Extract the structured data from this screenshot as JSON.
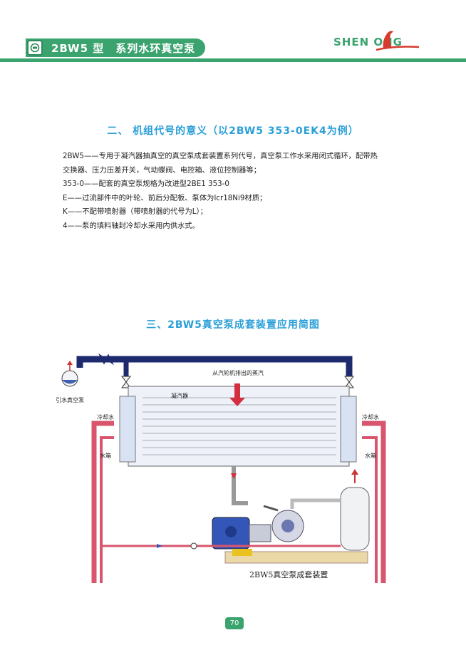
{
  "header": {
    "title": "2BW5 型　系列水环真空泵",
    "brand": "SHEN  ONG"
  },
  "section2": {
    "heading": "二、 机组代号的意义（以2BW5  353-0EK4为例）",
    "lines": [
      "2BW5——专用于凝汽器抽真空的真空泵成套装置系列代号，真空泵工作水采用闭式循环，配带热",
      "交换器、压力压差开关，气动蝶阀、电控箱、液位控制器等；",
      "353-0——配套的真空泵规格为改进型2BE1 353-0",
      "E——过流部件中的叶轮、前后分配板、泵体为lcr18Ni9材质；",
      "K——不配带喷射器（带喷射器的代号为L）；",
      "4——泵的填料轴封冷却水采用内供水式。"
    ]
  },
  "section3": {
    "heading": "三、2BW5真空泵成套装置应用简图"
  },
  "diagram": {
    "steam_label": "从汽轮机排出的蒸汽",
    "condenser_label": "凝汽器",
    "pump_label": "引水真空泵",
    "cooling_left": "冷却水",
    "cooling_right": "冷却水",
    "tank_left": "水箱",
    "tank_right": "水箱",
    "caption": "2BW5真空泵成套装置"
  },
  "footer": {
    "page_number": "70"
  }
}
